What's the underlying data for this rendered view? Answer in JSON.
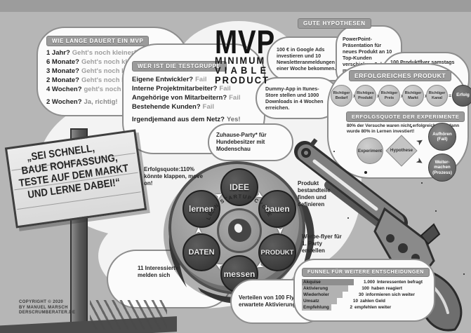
{
  "colors": {
    "background": "#b6b6b6",
    "top_band": "#9c9c9c",
    "cloud": "#fbfbfb",
    "label_bg": "#9b9b9b",
    "chamber_dark": "#2e2e2e",
    "erfolg_dark": "#4e4e4e"
  },
  "title": {
    "mvp": "MVP",
    "sub1": "MINIMUM",
    "sub2": "VIABLE",
    "sub3": "PRODUCT"
  },
  "duration": {
    "header": "WIE LANGE DAUERT EIN MVP",
    "items": [
      {
        "q": "1 Jahr?",
        "a": "Geht's noch kleiner?"
      },
      {
        "q": "6 Monate?",
        "a": "Geht's noch kleiner?"
      },
      {
        "q": "3 Monate?",
        "a": "Geht's noch kleiner?"
      },
      {
        "q": "2 Monate?",
        "a": "Geht's noch kleiner?"
      },
      {
        "q": "4 Wochen?",
        "a": "geht's noch kleiner?"
      },
      {
        "q": "2 Wochen?",
        "a": "Ja, richtig!"
      }
    ]
  },
  "testgroup": {
    "header": "WER IST DIE TESTGRUPPE",
    "items": [
      {
        "q": "Eigene Entwickler?",
        "a": "Fail"
      },
      {
        "q": "Interne Projektmitarbeiter?",
        "a": "Fail"
      },
      {
        "q": "Angehörige von Mitarbeitern?",
        "a": "Fail"
      },
      {
        "q": "Bestehende Kunden?",
        "a": "Fail"
      },
      {
        "q": "Irgendjemand aus dem Netz?",
        "a": "Yes!"
      }
    ]
  },
  "hypotheses": {
    "header": "GUTE HYPOTHESEN",
    "cloud1": "100 € in Google Ads investieren und 10 Newsletteranmeldungen in einer Woche bekommen.",
    "cloud2": "PowerPoint-Präsentation für neues Produkt an 10 Top-Kunden verschicken, 3 davon melden sich selbst in 3 Tagen.",
    "cloud3": "Dummy-App in Itunes-Store stellen und 1000 Downloads in 4 Wochen erreichen.",
    "cloud4": "100 Produktflyer samstags in der Fußgängerzone verteilen und nächste Woche 30 Interessentenanrufe erhalten."
  },
  "success": {
    "header": "ERFOLGREICHES PRODUKT",
    "factors": [
      {
        "l1": "Richtiger",
        "l2": "Bedarf"
      },
      {
        "l1": "Richtiges",
        "l2": "Produkt"
      },
      {
        "l1": "Richtiger",
        "l2": "Preis"
      },
      {
        "l1": "Richtiger",
        "l2": "Markt"
      },
      {
        "l1": "Richtiger",
        "l2": "Kanal"
      }
    ],
    "op": "x",
    "eq": "=",
    "result": "Erfolg"
  },
  "experiments": {
    "header": "ERFOLGSQUOTE DER EXPERIMENTE",
    "note": "80% der Versuche waren nicht erfolgreich. Gut, dann wurde 80% in Lernen investiert!",
    "start": "Experiment",
    "decision": "Hypothese",
    "stop_l1": "Aufhören",
    "stop_l2": "(Fail)",
    "go_l1": "Weiter-",
    "go_l2": "machen",
    "go_l3": "(Prozess)"
  },
  "sign": {
    "l1": "„SEI SCHNELL,",
    "l2": "BAUE ROHFASSUNG,",
    "l3": "TESTE AUF DEM MARKT",
    "l4": "UND LERNE DABEI!“"
  },
  "cycle": {
    "center": "LEAN STARTUP CYCLE",
    "steps": [
      "IDEE",
      "bauen",
      "PRODUKT",
      "messen",
      "DATEN",
      "lernen"
    ]
  },
  "annotations": {
    "quote": "Erfolgsquote:110% könnte klappen, move on!",
    "party": "Zuhause-Party* für Hundebesitzer mit Modenschau",
    "parts": "Produkt bestandteile finden und definieren",
    "flyer": "Werbe-flyer für 1. Party erstellen",
    "interested": "11 Interessierte melden sich",
    "distribute": "Verteilen von 100 Flyern, erwartete Aktivierung 10%"
  },
  "funnel": {
    "header": "FUNNEL FÜR WEITERE ENTSCHEIDUNGEN",
    "rows": [
      {
        "stage": "Akquise",
        "value": "1.000",
        "desc": "Interessenten befragt"
      },
      {
        "stage": "Aktivierung",
        "value": "100",
        "desc": "haben reagiert"
      },
      {
        "stage": "Wiederholer",
        "value": "30",
        "desc": "informieren sich weiter"
      },
      {
        "stage": "Umsatz",
        "value": "10",
        "desc": "zahlen Geld"
      },
      {
        "stage": "Empfehlung",
        "value": "2",
        "desc": "empfehlen weiter"
      }
    ]
  },
  "copyright": {
    "l1": "COPYRIGHT © 2020",
    "l2": "BY MANUEL MARSCH",
    "l3": "DERSCRUMBERATER.DE"
  }
}
